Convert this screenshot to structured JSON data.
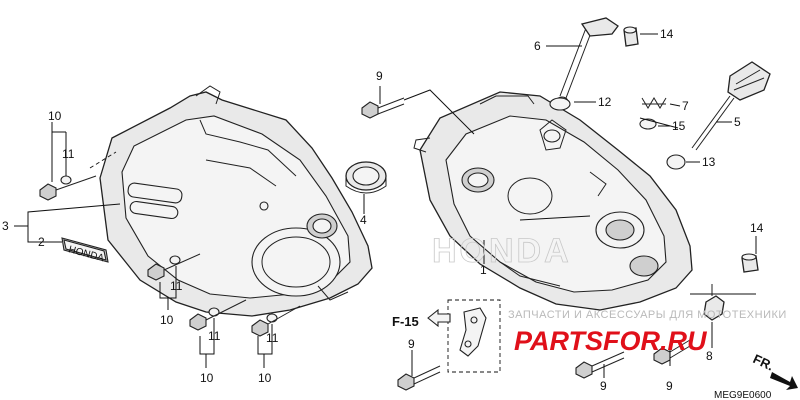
{
  "callouts": {
    "c1": "1",
    "c2": "2",
    "c3": "3",
    "c4": "4",
    "c5": "5",
    "c6": "6",
    "c7": "7",
    "c8": "8",
    "c9_top": "9",
    "c9_bottom_left": "9",
    "c9_bottom_mid": "9",
    "c9_bottom_right": "9",
    "c10_top": "10",
    "c10_a": "10",
    "c10_b": "10",
    "c10_c": "10",
    "c11_top": "11",
    "c11_a": "11",
    "c11_b": "11",
    "c11_c": "11",
    "c12": "12",
    "c13": "13",
    "c14_top": "14",
    "c14_right": "14",
    "c15": "15"
  },
  "reference_label": "F-15",
  "direction_label": "FR.",
  "diagram_code": "MEG9E0600",
  "emblem_text": "HONDA",
  "watermark": {
    "caption": "ЗАПЧАСТИ И АКСЕССУАРЫ ДЛЯ МОТОТЕХНИКИ",
    "logo": "PARTSFOR.RU",
    "logo_color": "#e0101a"
  }
}
